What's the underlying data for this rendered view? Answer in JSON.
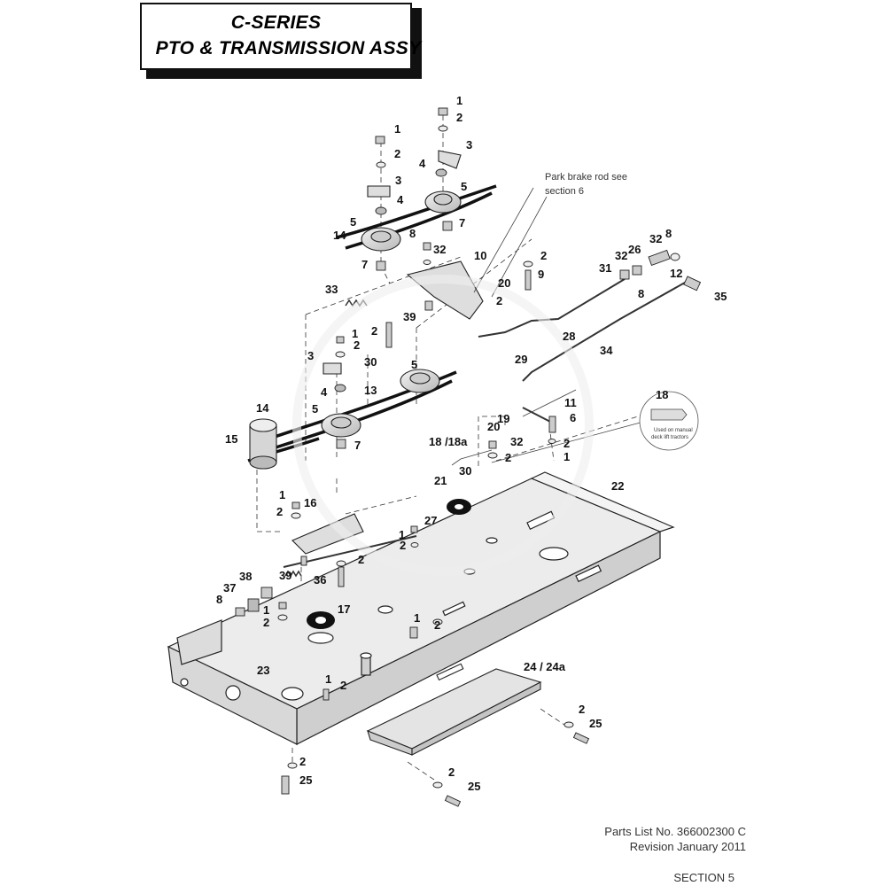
{
  "title": {
    "line1": "C-SERIES",
    "line2": "PTO & TRANSMISSION  ASSY"
  },
  "notes": {
    "park_brake_line1": "Park brake rod see",
    "park_brake_line2": "section 6",
    "manual_lift_line1": "Used on manual",
    "manual_lift_line2": "deck lift tractors"
  },
  "footer": {
    "parts_list": "Parts List No. 366002300 C",
    "revision": "Revision January 2011",
    "section": "SECTION 5"
  },
  "callouts": {
    "c1a": "1",
    "c2a": "2",
    "c3a": "3",
    "c4a": "4",
    "c5a": "5",
    "c1b": "1",
    "c2b": "2",
    "c3b": "3",
    "c4b": "4",
    "c5b": "5",
    "c14a": "14",
    "c7a": "7",
    "c8a": "8",
    "c32a": "32",
    "c7b": "7",
    "c10": "10",
    "c20a": "20",
    "c2c": "2",
    "c2d": "2",
    "c9": "9",
    "c33": "33",
    "c39a": "39",
    "c1c": "1",
    "c2e": "2",
    "c2f": "2",
    "c30a": "30",
    "c3c": "3",
    "c5c": "5",
    "c13": "13",
    "c4c": "4",
    "c5d": "5",
    "c14b": "14",
    "c15": "15",
    "c7c": "7",
    "c32b": "32",
    "c26": "26",
    "c32c": "32",
    "c8b": "8",
    "c31": "31",
    "c12": "12",
    "c8c": "8",
    "c35": "35",
    "c28": "28",
    "c34": "34",
    "c29": "29",
    "c18": "18",
    "c11": "11",
    "c6": "6",
    "c2g": "2",
    "c1d": "1",
    "c19": "19",
    "c20b": "20",
    "c32d": "32",
    "c18a": "18 /18a",
    "c2h": "2",
    "c30b": "30",
    "c21": "21",
    "c22": "22",
    "c27": "27",
    "c1e": "1",
    "c2i": "2",
    "c1f": "1",
    "c2j": "2",
    "c16": "16",
    "c2k": "2",
    "c39b": "39",
    "c36": "36",
    "c38": "38",
    "c37": "37",
    "c8d": "8",
    "c1g": "1",
    "c2l": "2",
    "c17": "17",
    "c1h": "1",
    "c2m": "2",
    "c23": "23",
    "c1i": "1",
    "c2n": "2",
    "c24": "24 / 24a",
    "c2o": "2",
    "c25a": "25",
    "c2p": "2",
    "c25b": "25",
    "c2q": "2",
    "c25c": "25"
  },
  "colors": {
    "line": "#222222",
    "part_fill": "#d9d9d9",
    "frame_fill": "#e6e6e6",
    "belt": "#1a1a1a"
  }
}
